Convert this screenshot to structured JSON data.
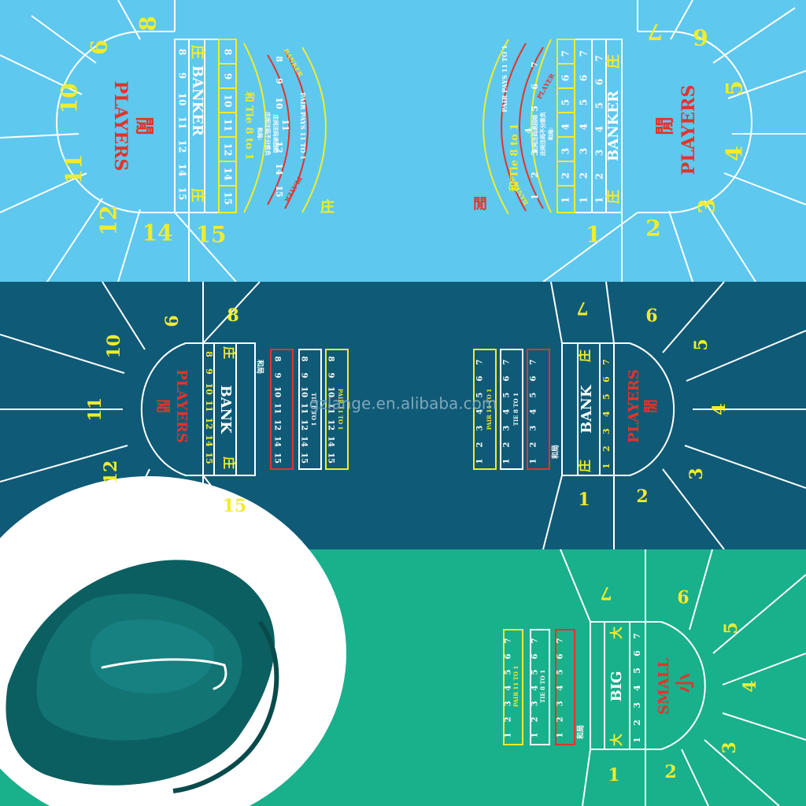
{
  "colors": {
    "panel_light_blue": "#5ec8ef",
    "panel_dark_teal": "#0f5a77",
    "panel_green": "#19b08c",
    "line_white": "#ffffff",
    "text_yellow": "#f2ec2a",
    "text_red": "#e5322b",
    "text_white": "#ffffff"
  },
  "panels": [
    {
      "id": "light-blue",
      "left_numbers": [
        "8",
        "9",
        "10",
        "11",
        "12",
        "14",
        "15"
      ],
      "right_numbers": [
        "1",
        "2",
        "3",
        "4",
        "5",
        "6",
        "7"
      ],
      "left_title": "PLAYERS",
      "left_title_cn": "閒",
      "right_title": "PLAYERS",
      "right_title_cn": "閒",
      "box_word_left": "BANKER",
      "box_word_right": "BANKER",
      "box_cn": "庄",
      "box_numbers_left": [
        "8",
        "9",
        "10",
        "11",
        "12",
        "14",
        "15"
      ],
      "box_numbers_right": [
        "1",
        "2",
        "3",
        "4",
        "5",
        "6",
        "7"
      ],
      "tie_text": "和 Tie 8 to 1",
      "pair_banker_label": "BANKER",
      "pair_player_label": "PLAYER",
      "pair_pays": "PAIR PAYS 11 TO 1",
      "small_cn_rules": [
        "和局:",
        "庄闲注码不分胜负",
        "庄闲注码退回给"
      ],
      "center_cn_banker": "庄",
      "center_cn_player": "閒"
    },
    {
      "id": "dark-teal",
      "left_numbers": [
        "6",
        "8",
        "10",
        "11",
        "12",
        "15"
      ],
      "right_numbers": [
        "7",
        "9",
        "5",
        "4",
        "3",
        "2",
        "1"
      ],
      "left_title": "PLAYERS",
      "left_title_cn": "閒",
      "right_title": "PLAYERS",
      "right_title_cn": "閒",
      "box_word": "BANK",
      "box_cn": "庄",
      "box_numbers_left": [
        "8",
        "9",
        "10",
        "11",
        "12",
        "14",
        "15"
      ],
      "box_numbers_right": [
        "1",
        "2",
        "3",
        "4",
        "5",
        "6",
        "7"
      ],
      "tie_text": "TIE 8 TO 1",
      "pair_text": "PAIR 11 TO 1",
      "small_cn": "和局",
      "watermark": "gzlange.en.alibaba.com"
    },
    {
      "id": "green",
      "right_numbers": [
        "7",
        "9",
        "5",
        "4",
        "3",
        "2",
        "1"
      ],
      "right_title": "SMALL",
      "right_title_cn": "小",
      "box_word": "BIG",
      "box_cn": "大",
      "box_numbers": [
        "1",
        "2",
        "3",
        "4",
        "5",
        "6",
        "7"
      ],
      "tie_text": "TIE 8 TO 1",
      "pair_text": "PAIR 11 TO 1",
      "small_cn": "和局"
    }
  ]
}
